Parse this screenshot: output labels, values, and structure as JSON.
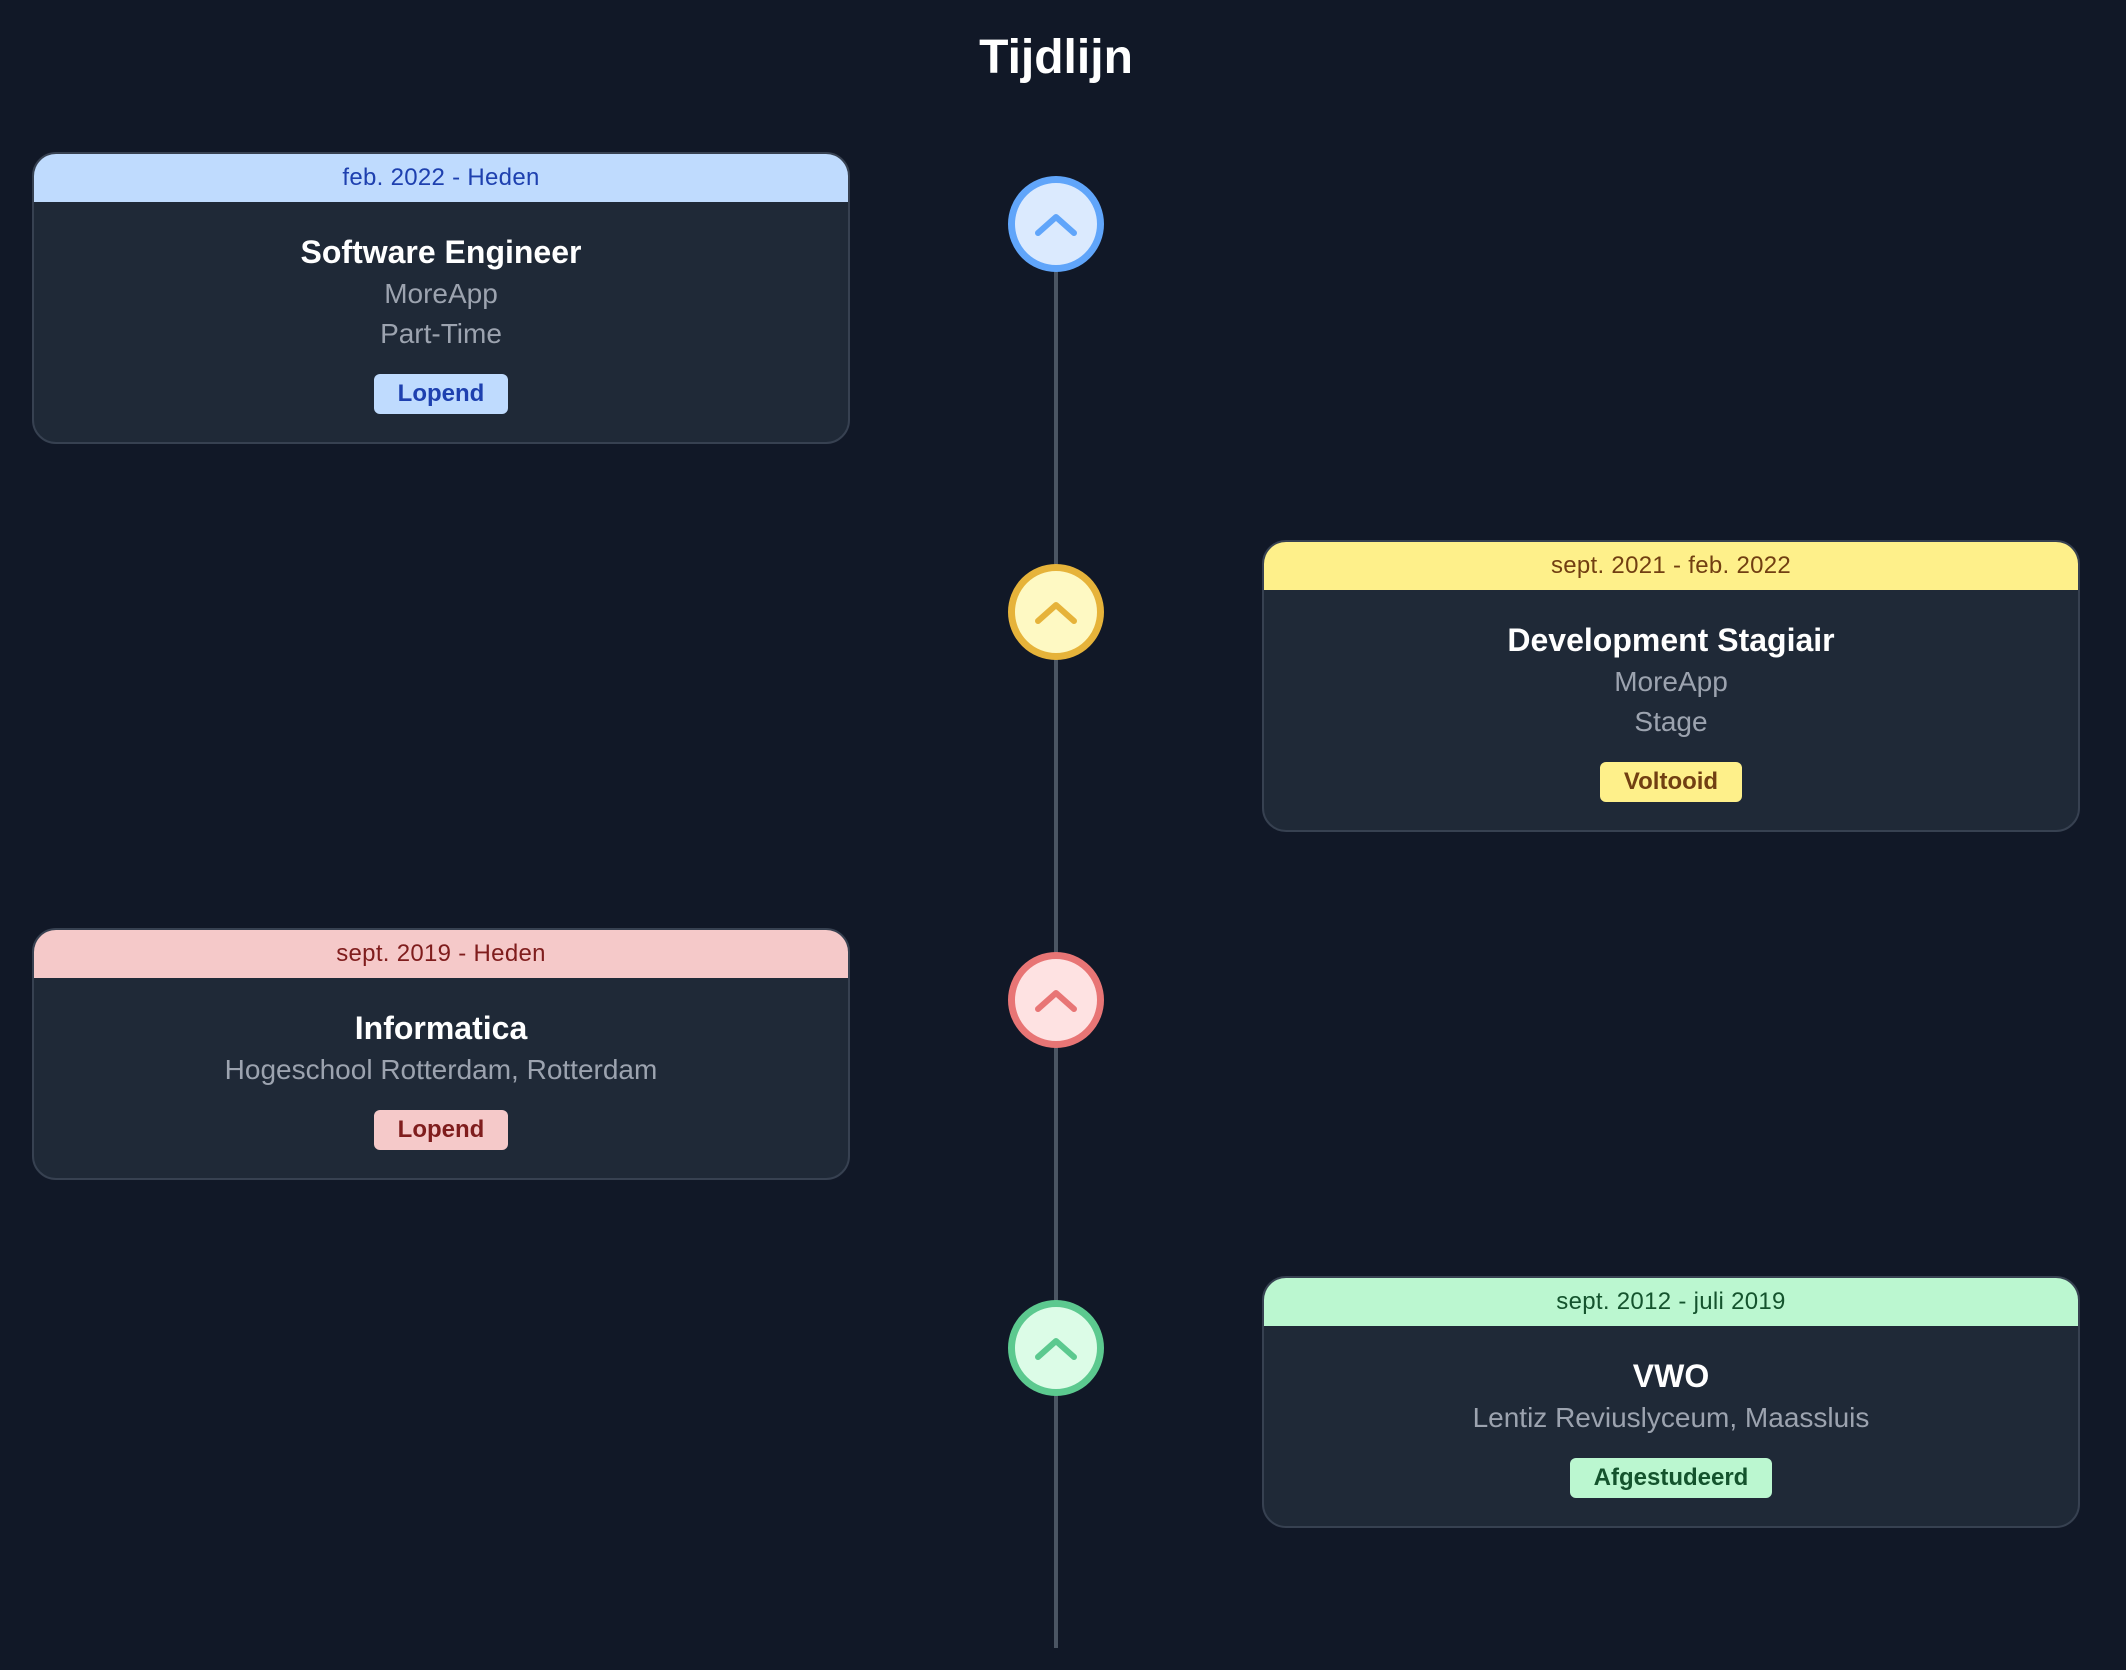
{
  "page": {
    "title": "Tijdlijn"
  },
  "colors": {
    "background": "#111827",
    "card_background": "#1f2937",
    "line": "#4b5563",
    "blue": "#60a5fa",
    "yellow": "#e6b33a",
    "red": "#e87575",
    "green": "#5cc98f"
  },
  "timeline": {
    "items": [
      {
        "side": "left",
        "accent": "blue",
        "icon": "chevron-up-icon",
        "period": "feb. 2022 - Heden",
        "title": "Software Engineer",
        "organization": "MoreApp",
        "detail": "Part-Time",
        "status": "Lopend"
      },
      {
        "side": "right",
        "accent": "yellow",
        "icon": "chevron-up-icon",
        "period": "sept. 2021 - feb. 2022",
        "title": "Development Stagiair",
        "organization": "MoreApp",
        "detail": "Stage",
        "status": "Voltooid"
      },
      {
        "side": "left",
        "accent": "red",
        "icon": "chevron-up-icon",
        "period": "sept. 2019 - Heden",
        "title": "Informatica",
        "organization": "Hogeschool Rotterdam, Rotterdam",
        "status": "Lopend"
      },
      {
        "side": "right",
        "accent": "green",
        "icon": "chevron-up-icon",
        "period": "sept. 2012 - juli 2019",
        "title": "VWO",
        "organization": "Lentiz Reviuslyceum, Maassluis",
        "status": "Afgestudeerd"
      }
    ]
  }
}
